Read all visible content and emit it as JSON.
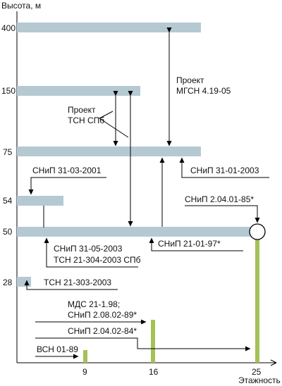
{
  "axes": {
    "y_title": "Высота, м",
    "x_title": "Этажность",
    "y_ticks": [
      "400",
      "150",
      "75",
      "54",
      "50",
      "28"
    ],
    "x_ticks": [
      "9",
      "16",
      "25"
    ]
  },
  "labels": {
    "mgsn": [
      "Проект",
      "МГСН 4.19-05"
    ],
    "tsn_spb": [
      "Проект",
      "ТСН СПб"
    ],
    "snip_31_03": "СНиП 31-03-2001",
    "snip_31_01": "СНиП 31-01-2003",
    "snip_2_04_01": "СНиП 2.04.01-85*",
    "snip_21_01": "СНиП 21-01-97*",
    "snip_31_05": [
      "СНиП 31-05-2003",
      "ТСН 21-304-2003 СПб"
    ],
    "tsn_21_303": "ТСН 21-303-2003",
    "mds": [
      "МДС 21-1.98;",
      "СНиП 2.08.02-89*"
    ],
    "snip_2_04_02": "СНиП 2.04.02-84*",
    "vsn": "ВСН 01-89"
  },
  "colors": {
    "band": "#b5c9d3",
    "post": "#a4c255",
    "ink": "#111111"
  }
}
